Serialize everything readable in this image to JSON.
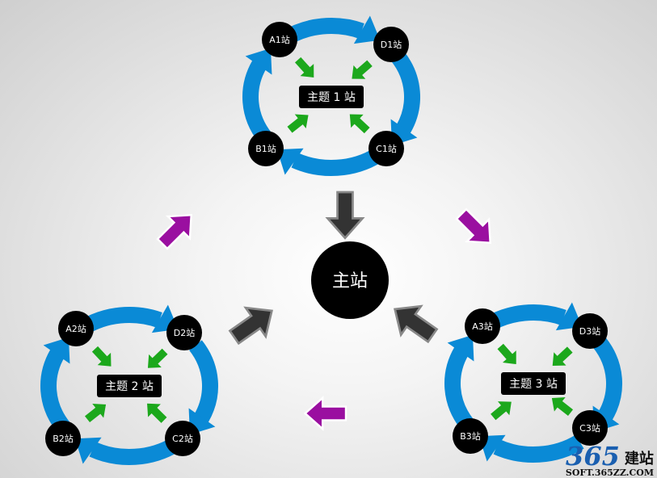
{
  "main_node": {
    "label": "主站"
  },
  "clusters": [
    {
      "title": "主题 1 站",
      "nodes": [
        "A1站",
        "D1站",
        "B1站",
        "C1站"
      ]
    },
    {
      "title": "主题 2 站",
      "nodes": [
        "A2站",
        "D2站",
        "B2站",
        "C2站"
      ]
    },
    {
      "title": "主题 3 站",
      "nodes": [
        "A3站",
        "D3站",
        "B3站",
        "C3站"
      ]
    }
  ],
  "watermark": {
    "number": "365",
    "name": "建站",
    "url": "SOFT.365ZZ.COM"
  },
  "colors": {
    "cycle_arrow": "#0a8ad6",
    "node_arrow": "#1ca81c",
    "to_main_arrow": "#333333",
    "between_arrow": "#9a0fa0",
    "node": "#000000"
  }
}
